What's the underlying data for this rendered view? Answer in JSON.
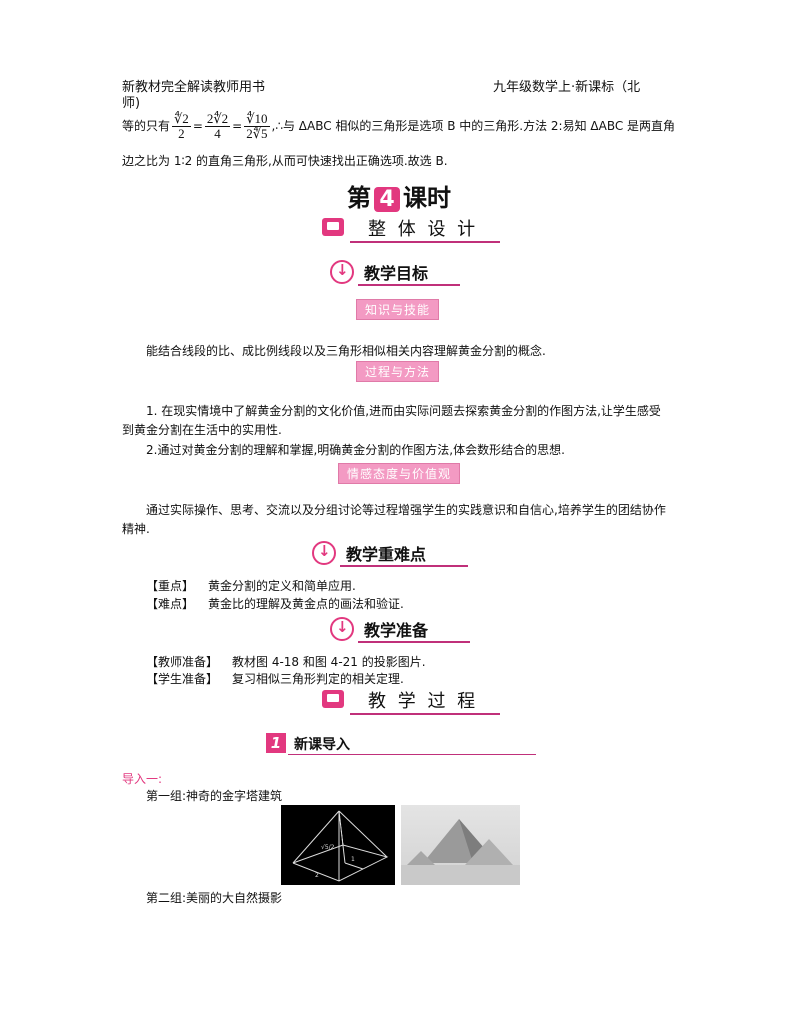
{
  "header": {
    "left": "新教材完全解读教师用书",
    "right": "九年级数学上·新课标（北",
    "right_cont": "师)"
  },
  "intro_text": {
    "prefix": "等的只有",
    "frac1_num": "∜2",
    "frac1_den": "2",
    "frac2_num": "2∜2",
    "frac2_den": "4",
    "frac3_num": "∜10",
    "frac3_den": "2∜5",
    "suffix": ",∴与 ΔABC 相似的三角形是选项 B 中的三角形.方法 2:易知 ΔABC 是两直角",
    "line2": "边之比为 1∶2 的直角三角形,从而可快速找出正确选项.故选 B."
  },
  "lesson": {
    "prefix": "第",
    "number": "4",
    "suffix": "课时"
  },
  "sections": {
    "overall_design": "整 体 设 计",
    "teaching_goals": "教学目标",
    "key_difficult": "教学重难点",
    "preparation": "教学准备",
    "process": "教 学 过 程"
  },
  "goal_tags": {
    "knowledge": "知识与技能",
    "process": "过程与方法",
    "attitude": "情感态度与价值观"
  },
  "goals": {
    "knowledge_text": "能结合线段的比、成比例线段以及三角形相似相关内容理解黄金分割的概念.",
    "process_1a": "1.  在现实情境中了解黄金分割的文化价值,进而由实际问题去探索黄金分割的作图方法,让学生感受",
    "process_1b": "到黄金分割在生活中的实用性.",
    "process_2": "2.通过对黄金分割的理解和掌握,明确黄金分割的作图方法,体会数形结合的思想.",
    "attitude_a": "通过实际操作、思考、交流以及分组讨论等过程增强学生的实践意识和自信心,培养学生的团结协作",
    "attitude_b": "精神."
  },
  "key_points": {
    "key_label": "【重点】",
    "key_text": "黄金分割的定义和简单应用.",
    "diff_label": "【难点】",
    "diff_text": "黄金比的理解及黄金点的画法和验证."
  },
  "prep": {
    "teacher_label": "【教师准备】",
    "teacher_text": "教材图 4-18 和图 4-21 的投影图片.",
    "student_label": "【学生准备】",
    "student_text": "复习相似三角形判定的相关定理."
  },
  "new_lesson": {
    "number": "1",
    "title": "新课导入"
  },
  "intro1": {
    "label": "导入一:",
    "group1": "第一组:神奇的金字塔建筑",
    "group2": "第二组:美丽的大自然摄影",
    "fig_label_a": "√5/2",
    "fig_label_b": "1",
    "fig_label_c": "2"
  },
  "colors": {
    "accent": "#e2387f",
    "tag": "#f39ac3",
    "label_red": "#e2387f"
  }
}
